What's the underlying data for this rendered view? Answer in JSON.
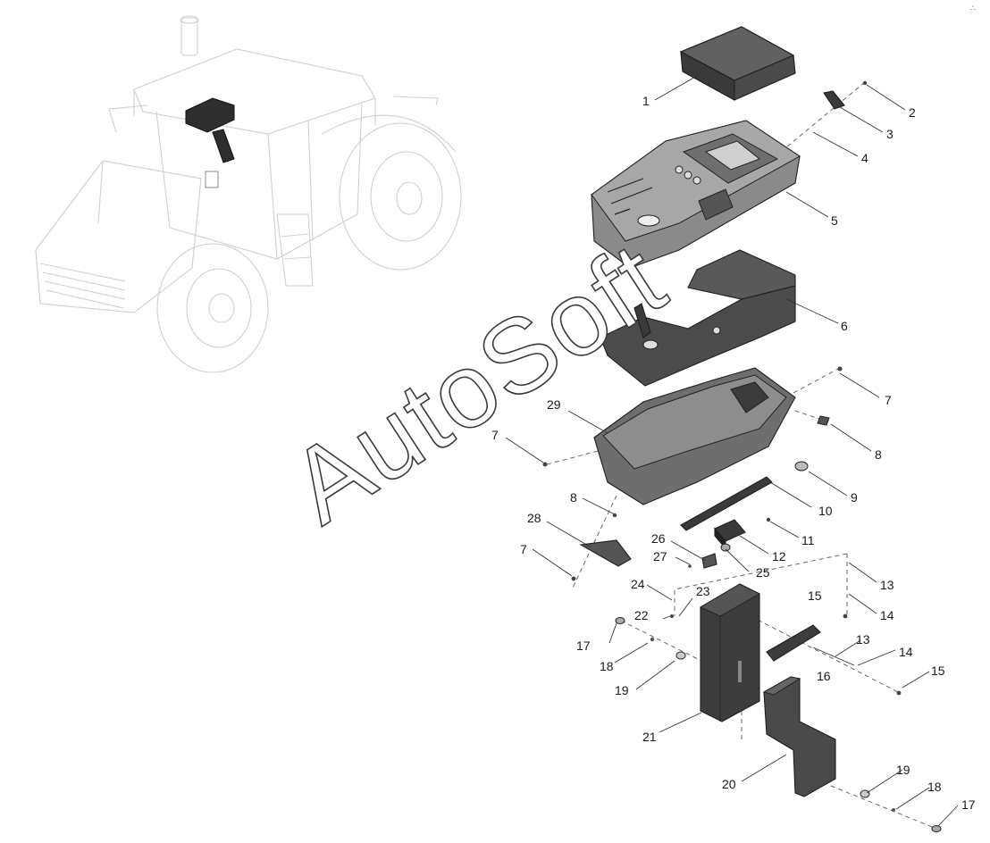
{
  "diagram": {
    "watermark": "AutoSoft",
    "corner_mark": "∴",
    "callouts": [
      {
        "id": "c1",
        "label": "1"
      },
      {
        "id": "c2",
        "label": "2"
      },
      {
        "id": "c3",
        "label": "3"
      },
      {
        "id": "c4",
        "label": "4"
      },
      {
        "id": "c5",
        "label": "5"
      },
      {
        "id": "c6",
        "label": "6"
      },
      {
        "id": "c7a",
        "label": "7"
      },
      {
        "id": "c7b",
        "label": "7"
      },
      {
        "id": "c7c",
        "label": "7"
      },
      {
        "id": "c8a",
        "label": "8"
      },
      {
        "id": "c8b",
        "label": "8"
      },
      {
        "id": "c9",
        "label": "9"
      },
      {
        "id": "c10",
        "label": "10"
      },
      {
        "id": "c11",
        "label": "11"
      },
      {
        "id": "c12",
        "label": "12"
      },
      {
        "id": "c13a",
        "label": "13"
      },
      {
        "id": "c13b",
        "label": "13"
      },
      {
        "id": "c14a",
        "label": "14"
      },
      {
        "id": "c14b",
        "label": "14"
      },
      {
        "id": "c15a",
        "label": "15"
      },
      {
        "id": "c15b",
        "label": "15"
      },
      {
        "id": "c16",
        "label": "16"
      },
      {
        "id": "c17a",
        "label": "17"
      },
      {
        "id": "c17b",
        "label": "17"
      },
      {
        "id": "c18a",
        "label": "18"
      },
      {
        "id": "c18b",
        "label": "18"
      },
      {
        "id": "c19a",
        "label": "19"
      },
      {
        "id": "c19b",
        "label": "19"
      },
      {
        "id": "c20",
        "label": "20"
      },
      {
        "id": "c21",
        "label": "21"
      },
      {
        "id": "c22",
        "label": "22"
      },
      {
        "id": "c23",
        "label": "23"
      },
      {
        "id": "c24",
        "label": "24"
      },
      {
        "id": "c25",
        "label": "25"
      },
      {
        "id": "c26",
        "label": "26"
      },
      {
        "id": "c27",
        "label": "27"
      },
      {
        "id": "c28",
        "label": "28"
      },
      {
        "id": "c29",
        "label": "29"
      }
    ]
  }
}
